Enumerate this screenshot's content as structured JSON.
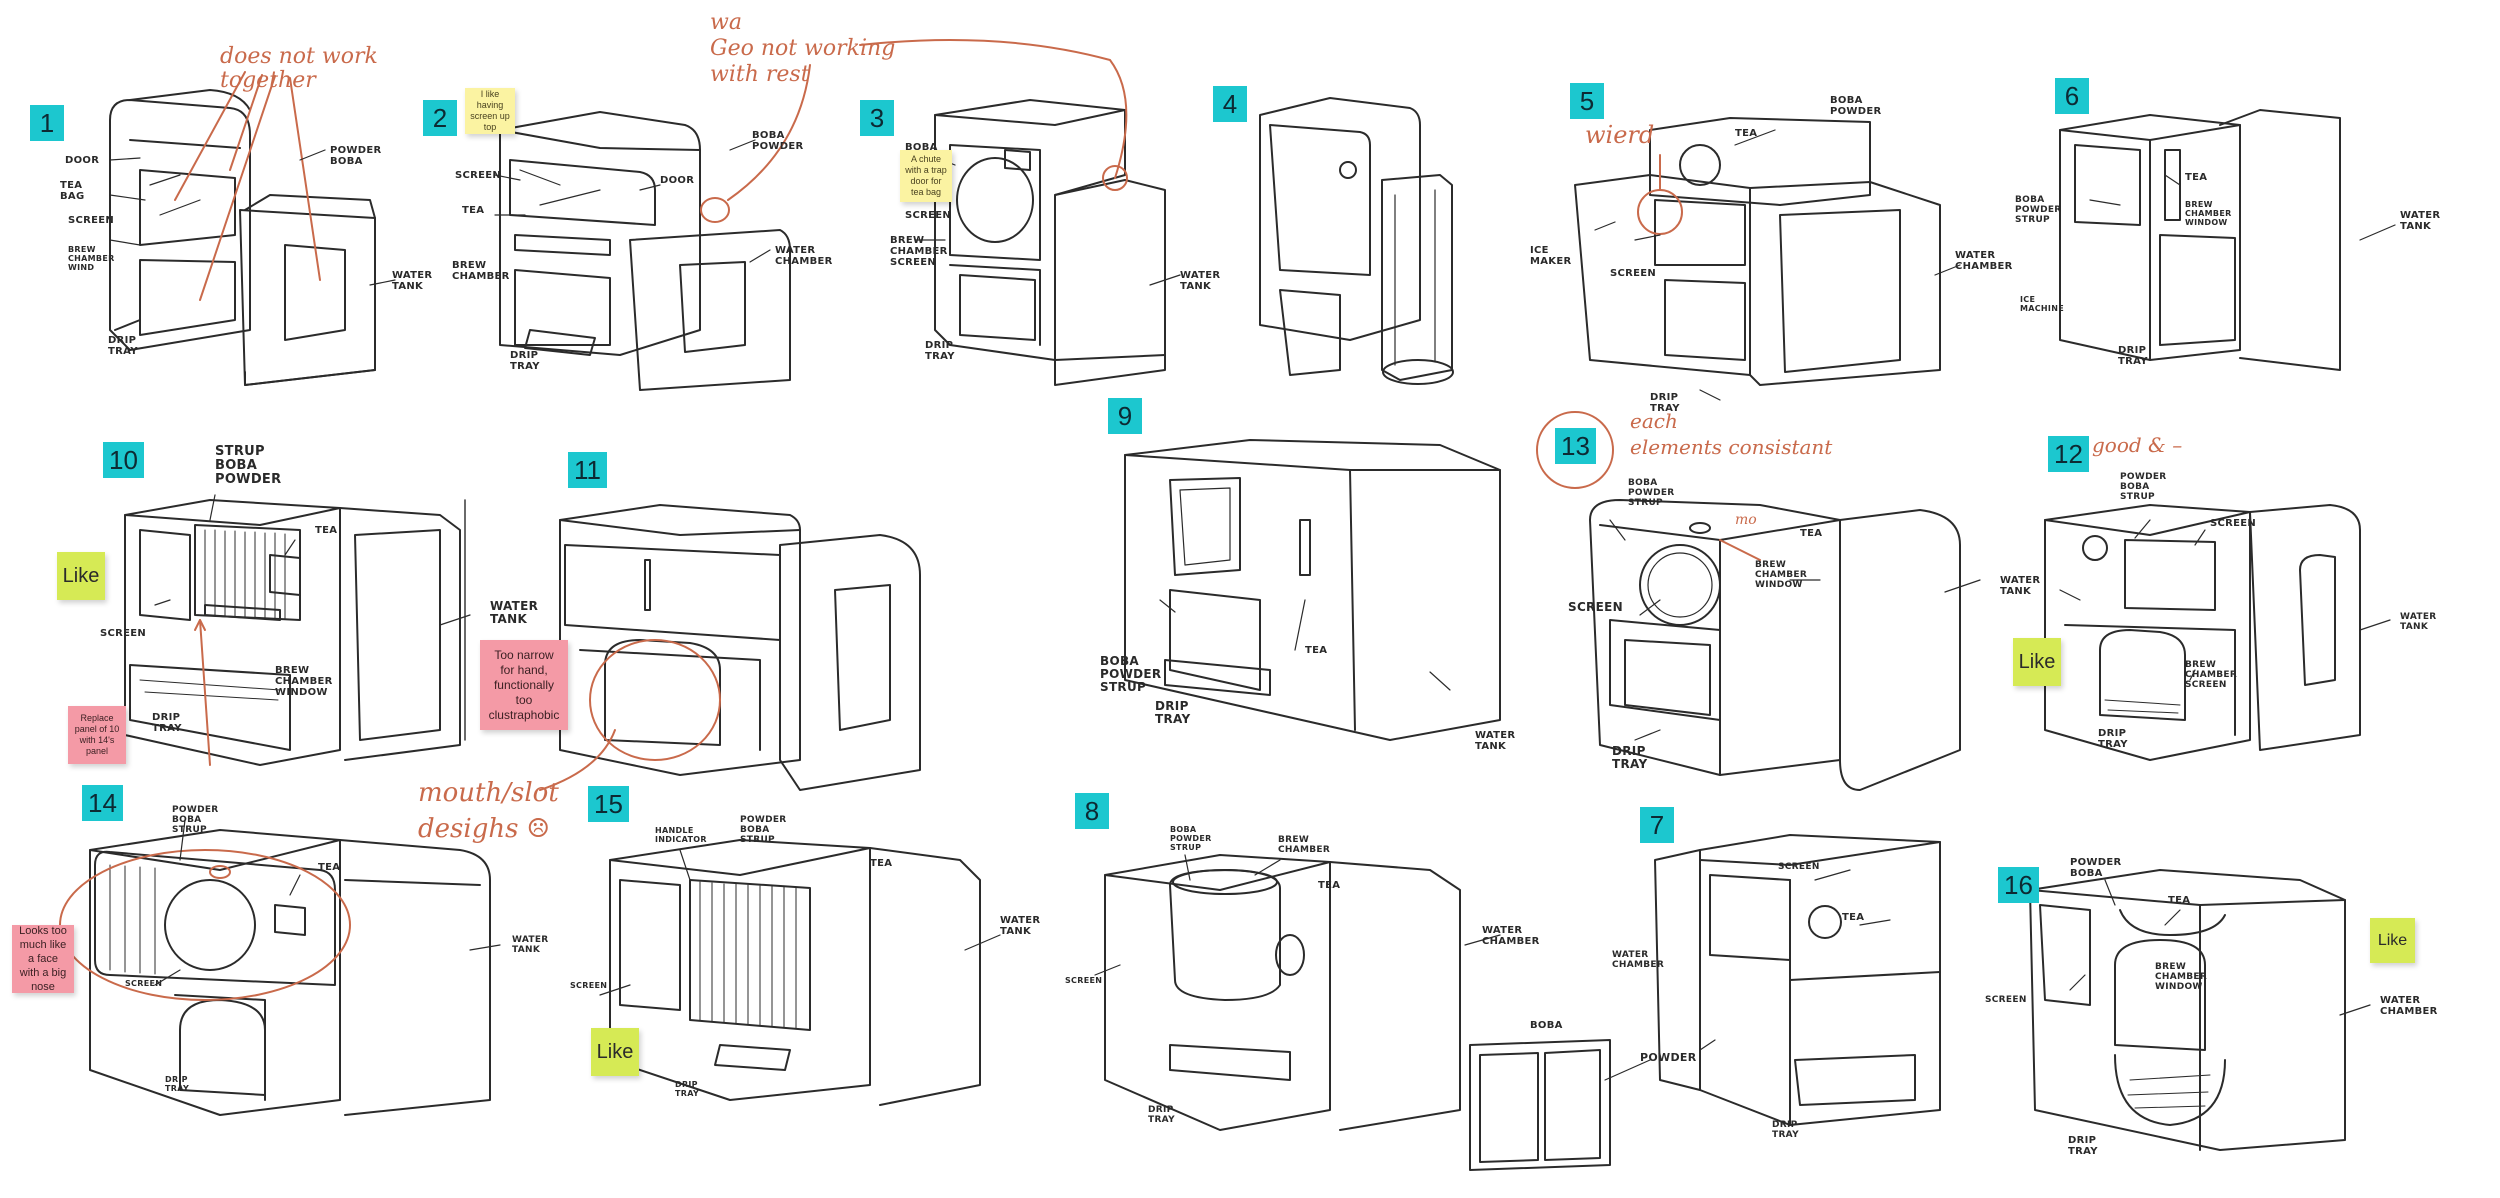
{
  "colors": {
    "ink": "#2b2b2b",
    "annotation": "#c96a4b",
    "badge": "#1cc7cf",
    "like": "#d6ea55",
    "pink": "#f49aa6",
    "yellow": "#fbf3a2"
  },
  "badges": {
    "b1": "1",
    "b2": "2",
    "b3": "3",
    "b4": "4",
    "b5": "5",
    "b6": "6",
    "b10": "10",
    "b11": "11",
    "b9": "9",
    "b13": "13",
    "b12": "12",
    "b14": "14",
    "b15": "15",
    "b8": "8",
    "b7": "7",
    "b16": "16"
  },
  "stickies": {
    "like10": "Like",
    "like12": "Like",
    "like15": "Like",
    "like16": "Like",
    "replace": "Replace panel of 10 with 14's panel",
    "narrow": "Too narrow for hand, functionally too clustraphobic",
    "face": "Looks too much like a face with a big nose",
    "screen_up": "I like having screen up top",
    "chute": "A chute with a trap door for tea bag"
  },
  "annotations": {
    "not_work": "does not work\ntogether",
    "geo": "wa\nGeo not working\nwith rest",
    "wierd": "wierd",
    "each": "each\nelements consistant",
    "good": "good & –",
    "mouth": "mouth/slot\ndesighs ☹",
    "mo": "mo"
  },
  "labels": {
    "s1_door": "DOOR",
    "s1_teabag": "TEA\nBAG",
    "s1_screen": "SCREEN",
    "s1_brew": "BREW\nCHAMBER\nWIND",
    "s1_drip": "DRIP\nTRAY",
    "s1_powder": "POWDER\nBOBA",
    "s1_water": "WATER\nTANK",
    "s2_screen": "SCREEN",
    "s2_tea": "TEA",
    "s2_brew": "BREW\nCHAMBER",
    "s2_drip": "DRIP\nTRAY",
    "s2_boba": "BOBA\nPOWDER",
    "s2_door": "DOOR",
    "s2_water": "WATER\nCHAMBER",
    "s3_boba": "BOBA",
    "s3_screen": "SCREEN",
    "s3_brew": "BREW\nCHAMBER\nSCREEN",
    "s3_drip": "DRIP\nTRAY",
    "s3_water": "WATER\nTANK",
    "s5_tea": "TEA",
    "s5_boba": "BOBA\nPOWDER",
    "s5_ice": "ICE\nMAKER",
    "s5_screen": "SCREEN",
    "s5_water": "WATER\nCHAMBER",
    "s5_drip": "DRIP\nTRAY",
    "s6_boba": "BOBA\nPOWDER\nSTRUP",
    "s6_tea": "TEA",
    "s6_brew": "BREW\nCHAMBER\nWINDOW",
    "s6_ice": "ICE\nMACHINE",
    "s6_drip": "DRIP\nTRAY",
    "s6_water": "WATER\nTANK",
    "s10_strup": "STRUP\nBOBA\nPOWDER",
    "s10_tea": "TEA",
    "s10_screen": "SCREEN",
    "s10_brew": "BREW\nCHAMBER\nWINDOW",
    "s10_drip": "DRIP\nTRAY",
    "s10_water": "WATER\nTANK",
    "s9_boba": "BOBA\nPOWDER\nSTRUP",
    "s9_tea": "TEA",
    "s9_drip": "DRIP\nTRAY",
    "s9_water": "WATER\nTANK",
    "s13_boba": "BOBA\nPOWDER\nSTRUP",
    "s13_tea": "TEA",
    "s13_screen": "SCREEN",
    "s13_brew": "BREW\nCHAMBER\nWINDOW",
    "s13_drip": "DRIP\nTRAY",
    "s12_powder": "POWDER\nBOBA\nSTRUP",
    "s12_screen": "SCREEN",
    "s12_water_l": "WATER\nTANK",
    "s12_water_r": "WATER\nTANK",
    "s12_brew": "BREW\nCHAMBER\nSCREEN",
    "s12_drip": "DRIP\nTRAY",
    "s14_powder": "POWDER\nBOBA\nSTRUP",
    "s14_tea": "TEA",
    "s14_screen": "SCREEN",
    "s14_water": "WATER\nTANK",
    "s14_drip": "DRIP\nTRAY",
    "s15_handle": "HANDLE\nINDICATOR",
    "s15_powder": "POWDER\nBOBA\nSTRUP",
    "s15_tea": "TEA",
    "s15_water": "WATER\nTANK",
    "s15_screen": "SCREEN",
    "s15_drip": "DRIP\nTRAY",
    "s8_boba": "BOBA\nPOWDER\nSTRUP",
    "s8_brew": "BREW\nCHAMBER",
    "s8_tea": "TEA",
    "s8_screen": "SCREEN",
    "s8_water": "WATER\nCHAMBER",
    "s8_drip": "DRIP\nTRAY",
    "s8_boba2": "BOBA",
    "s8_powder": "POWDER",
    "s7_screen": "SCREEN",
    "s7_tea": "TEA",
    "s7_water": "WATER\nCHAMBER",
    "s7_drip": "DRIP\nTRAY",
    "s16_powder": "POWDER\nBOBA",
    "s16_tea": "TEA",
    "s16_screen": "SCREEN",
    "s16_brew": "BREW\nCHAMBER\nWINDOW",
    "s16_water": "WATER\nCHAMBER",
    "s16_drip": "DRIP\nTRAY"
  }
}
